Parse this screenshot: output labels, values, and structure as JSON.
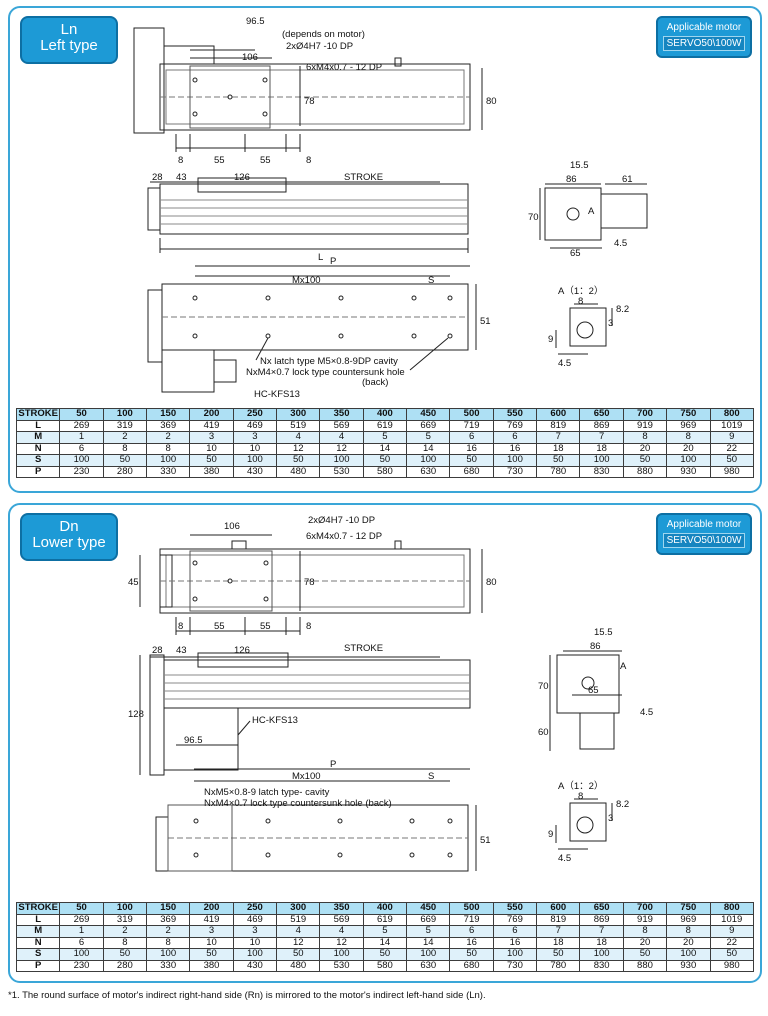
{
  "sections": [
    {
      "code": "Ln",
      "name": "Left type",
      "motor_title": "Applicable motor",
      "motor_model": "SERVO50\\100W",
      "labels": {
        "depends": "(depends on motor)",
        "d965": "96.5",
        "d106": "106",
        "hole1": "2xØ4H7 -10 DP",
        "hole2": "6xM4x0.7 - 12 DP",
        "d78": "78",
        "d80": "80",
        "d8a": "8",
        "d55a": "55",
        "d55b": "55",
        "d8b": "8",
        "d28": "28",
        "d43": "43",
        "d126": "126",
        "stroke": "STROKE",
        "dL": "L",
        "dP": "P",
        "mx100": "Mx100",
        "dS": "S",
        "d51": "51",
        "latch1": "Nx latch type M5×0.8-9DP cavity",
        "latch2": "NxM4×0.7 lock type countersunk hole",
        "back": "(back)",
        "model": "HC-KFS13",
        "e155": "15.5",
        "e86": "86",
        "e61": "61",
        "e70": "70",
        "eA": "A",
        "e65": "65",
        "e45": "4.5",
        "detail": "A（1：2）",
        "f8": "8",
        "f82": "8.2",
        "f3": "3",
        "f9": "9",
        "f45": "4.5"
      }
    },
    {
      "code": "Dn",
      "name": "Lower type",
      "motor_title": "Applicable motor",
      "motor_model": "SERVO50\\100W",
      "labels": {
        "d106": "106",
        "hole1": "2xØ4H7 -10 DP",
        "hole2": "6xM4x0.7 - 12 DP",
        "d45": "45",
        "d78": "78",
        "d80": "80",
        "d8a": "8",
        "d55a": "55",
        "d55b": "55",
        "d8b": "8",
        "d28": "28",
        "d43": "43",
        "d126": "126",
        "stroke": "STROKE",
        "d128": "128",
        "model": "HC-KFS13",
        "d965": "96.5",
        "dP": "P",
        "mx100": "Mx100",
        "dS": "S",
        "latch1": "NxM5×0.8-9 latch type- cavity",
        "latch2": "NxM4×0.7 lock type countersunk hole (back)",
        "d51": "51",
        "e155": "15.5",
        "e86": "86",
        "e70": "70",
        "eA": "A",
        "e65": "65",
        "e45": "4.5",
        "e60": "60",
        "detail": "A（1：2）",
        "f8": "8",
        "f82": "8.2",
        "f3": "3",
        "f9": "9",
        "f45": "4.5"
      }
    }
  ],
  "table": {
    "header_label": "STROKE",
    "strokes": [
      "50",
      "100",
      "150",
      "200",
      "250",
      "300",
      "350",
      "400",
      "450",
      "500",
      "550",
      "600",
      "650",
      "700",
      "750",
      "800"
    ],
    "rows": [
      {
        "label": "L",
        "values": [
          "269",
          "319",
          "369",
          "419",
          "469",
          "519",
          "569",
          "619",
          "669",
          "719",
          "769",
          "819",
          "869",
          "919",
          "969",
          "1019"
        ]
      },
      {
        "label": "M",
        "values": [
          "1",
          "2",
          "2",
          "3",
          "3",
          "4",
          "4",
          "5",
          "5",
          "6",
          "6",
          "7",
          "7",
          "8",
          "8",
          "9"
        ]
      },
      {
        "label": "N",
        "values": [
          "6",
          "8",
          "8",
          "10",
          "10",
          "12",
          "12",
          "14",
          "14",
          "16",
          "16",
          "18",
          "18",
          "20",
          "20",
          "22"
        ]
      },
      {
        "label": "S",
        "values": [
          "100",
          "50",
          "100",
          "50",
          "100",
          "50",
          "100",
          "50",
          "100",
          "50",
          "100",
          "50",
          "100",
          "50",
          "100",
          "50"
        ]
      },
      {
        "label": "P",
        "values": [
          "230",
          "280",
          "330",
          "380",
          "430",
          "480",
          "530",
          "580",
          "630",
          "680",
          "730",
          "780",
          "830",
          "880",
          "930",
          "980"
        ]
      }
    ]
  },
  "footnote": "*1. The round surface of motor's indirect right-hand side (Rn) is mirrored to the motor's indirect left-hand side (Ln)."
}
